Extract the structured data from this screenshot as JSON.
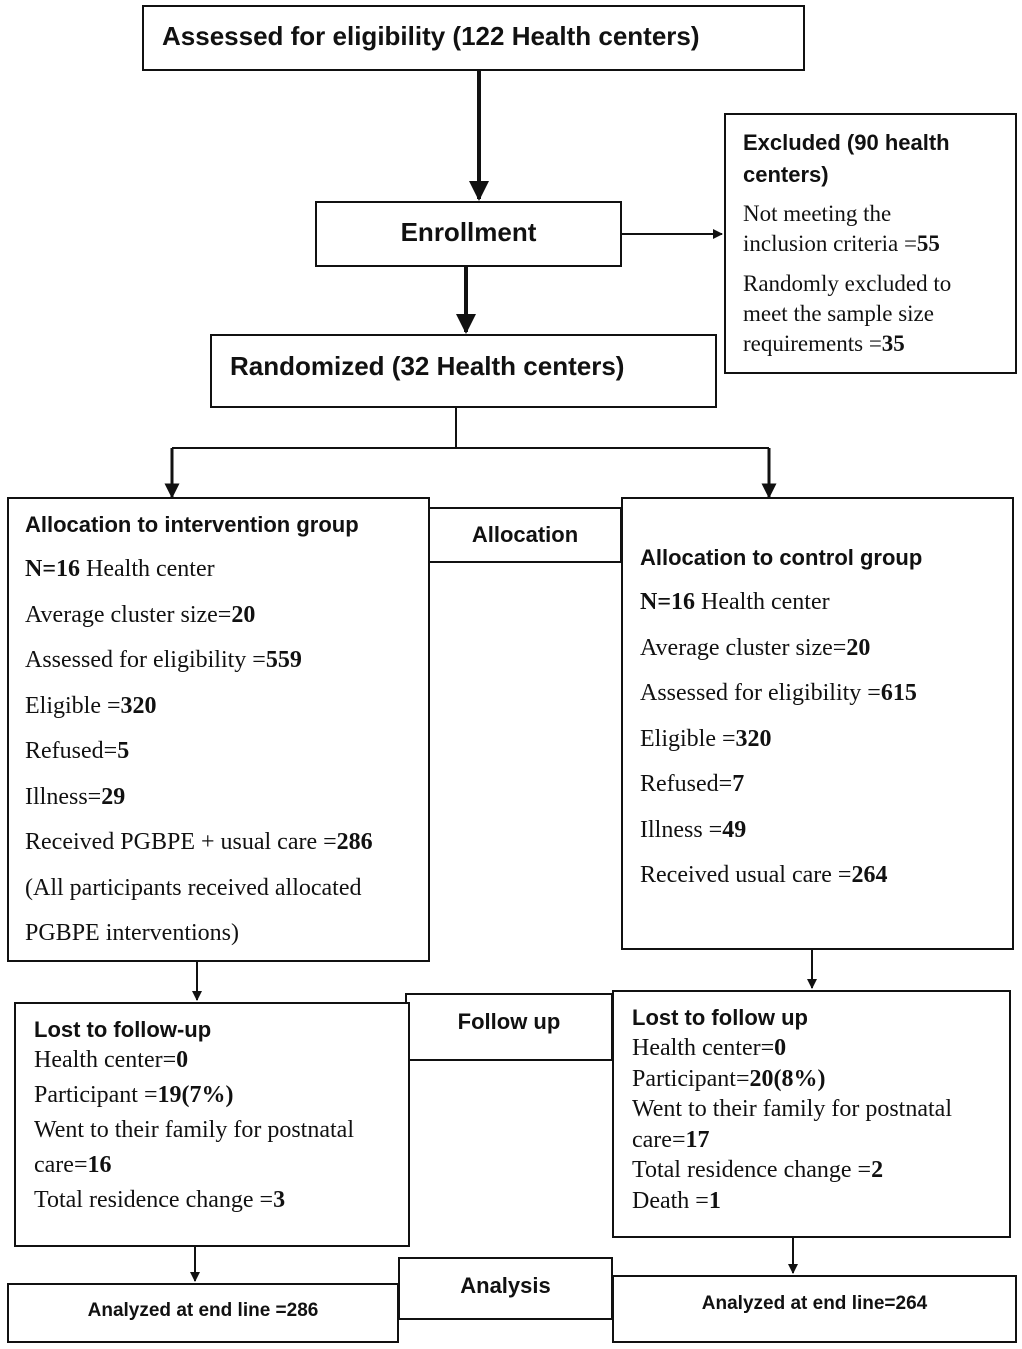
{
  "assessed": {
    "text": "Assessed for eligibility (122 Health centers)"
  },
  "enrollment": {
    "text": "Enrollment"
  },
  "excluded": {
    "title": "Excluded (90 health centers)",
    "not_meeting_prefix": "Not meeting the",
    "not_meeting_label": "inclusion criteria =",
    "not_meeting_value": "55",
    "random_line1": "Randomly excluded to",
    "random_line2": "meet the sample size",
    "random_label": "requirements =",
    "random_value": "35"
  },
  "randomized": {
    "text": "Randomized (32 Health centers)"
  },
  "allocation_label": "Allocation",
  "follow_up_label": "Follow up",
  "analysis_label": "Analysis",
  "intervention": {
    "title": "Allocation to intervention group",
    "n_label": "N=",
    "n_value": "16",
    "n_unit": " Health center",
    "cluster_label": "Average cluster size=",
    "cluster_value": "20",
    "assessed_label": "Assessed for eligibility =",
    "assessed_value": "559",
    "eligible_label": "Eligible =",
    "eligible_value": "320",
    "refused_label": "Refused=",
    "refused_value": "5",
    "illness_label": "Illness=",
    "illness_value": "29",
    "received_label": "Received PGBPE + usual care =",
    "received_value": "286",
    "note_line1": "(All participants received allocated",
    "note_line2": "PGBPE interventions)"
  },
  "control": {
    "title": "Allocation to control group",
    "n_label": "N=",
    "n_value": "16",
    "n_unit": " Health center",
    "cluster_label": "Average cluster size=",
    "cluster_value": "20",
    "assessed_label": "Assessed for eligibility =",
    "assessed_value": "615",
    "eligible_label": "Eligible =",
    "eligible_value": "320",
    "refused_label": "Refused=",
    "refused_value": "7",
    "illness_label": "Illness =",
    "illness_value": "49",
    "received_label": "Received usual care =",
    "received_value": "264"
  },
  "lost_intervention": {
    "title": "Lost to follow-up",
    "hc_label": "Health center=",
    "hc_value": "0",
    "participant_label": "Participant =",
    "participant_value": "19(7%)",
    "family_line1": "Went to their family for postnatal",
    "family_label": "care=",
    "family_value": "16",
    "residence_label": "Total residence change =",
    "residence_value": "3"
  },
  "lost_control": {
    "title": "Lost to follow up",
    "hc_label": "Health center=",
    "hc_value": "0",
    "participant_label": "Participant=",
    "participant_value": "20(8%)",
    "family_line1": "Went to their family for postnatal",
    "family_label": "care=",
    "family_value": "17",
    "residence_label": "Total residence change =",
    "residence_value": "2",
    "death_label": "Death =",
    "death_value": "1"
  },
  "analyzed_intervention": {
    "text": "Analyzed at end line =286"
  },
  "analyzed_control": {
    "text": "Analyzed at end line=264"
  }
}
